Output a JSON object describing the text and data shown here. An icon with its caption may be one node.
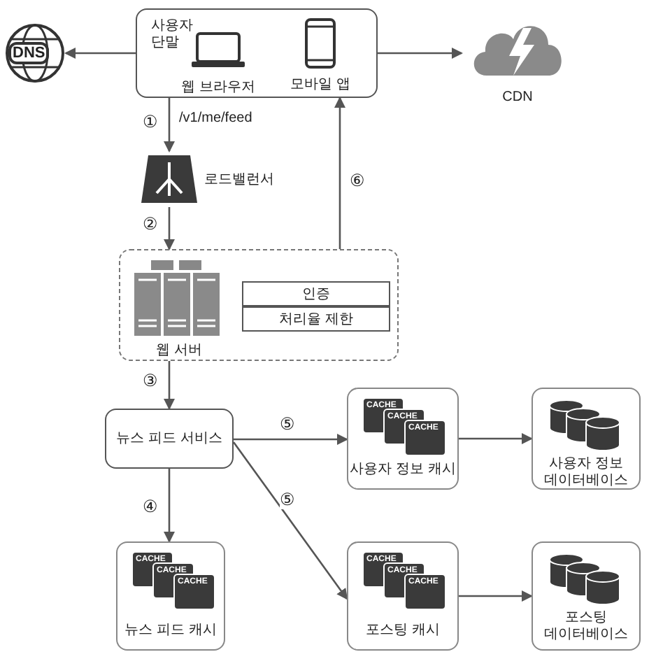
{
  "diagram": {
    "nodes": [
      {
        "text": [
          "사용자 단말"
        ]
      },
      {
        "text": [
          "웹 브라우저"
        ],
        "in": 0
      },
      {
        "text": [
          "모바일 앱"
        ],
        "in": 0
      },
      {
        "text": [
          "DNS"
        ]
      },
      {
        "text": [
          "CDN"
        ]
      },
      {
        "text": [
          "로드밸런서"
        ]
      },
      {
        "text": [
          "웹 서버"
        ]
      },
      {
        "text": [
          "인증"
        ],
        "in": 6
      },
      {
        "text": [
          "처리율 제한"
        ],
        "in": 6
      },
      {
        "text": [
          "뉴스 피드 서비스"
        ]
      },
      {
        "text": [
          "CACHE",
          "CACHE",
          "CACHE",
          "사용자 정보 캐시"
        ]
      },
      {
        "text": [
          "사용자 정보 데이터베이스"
        ]
      },
      {
        "text": [
          "CACHE",
          "CACHE",
          "CACHE",
          "뉴스 피드 캐시"
        ]
      },
      {
        "text": [
          "CACHE",
          "CACHE",
          "CACHE",
          "포스팅 캐시"
        ]
      },
      {
        "text": [
          "포스팅 데이터베이스"
        ]
      }
    ],
    "edges": [
      {
        "from": 0,
        "to": 3,
        "arrow": "to"
      },
      {
        "from": 0,
        "to": 4,
        "arrow": "to"
      },
      {
        "from": 0,
        "to": 5,
        "arrow": "to",
        "label": "①"
      },
      {
        "from": 5,
        "to": 6,
        "arrow": "to",
        "label": "②"
      },
      {
        "from": 6,
        "to": 0,
        "arrow": "to",
        "label": "⑥"
      },
      {
        "from": 6,
        "to": 9,
        "arrow": "to",
        "label": "③"
      },
      {
        "from": 9,
        "to": 10,
        "arrow": "to",
        "label": "⑤"
      },
      {
        "from": 9,
        "to": 13,
        "arrow": "to",
        "label": "⑤"
      },
      {
        "from": 9,
        "to": 12,
        "arrow": "to",
        "label": "④"
      },
      {
        "from": 10,
        "to": 11,
        "arrow": "to"
      },
      {
        "from": 13,
        "to": 14,
        "arrow": "to"
      }
    ],
    "labels": [
      "/v1/me/feed"
    ]
  }
}
